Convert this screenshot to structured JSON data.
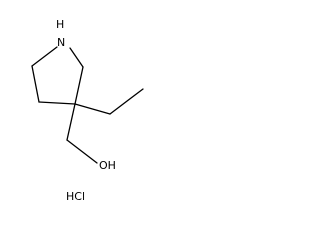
{
  "molecule": {
    "atoms": {
      "nitrogen_label": "N",
      "nitrogen_hydrogen_label": "H",
      "hydroxyl_label": "OH"
    },
    "salt_label": "HCl"
  },
  "colors": {
    "bond": "#000000",
    "text": "#000000",
    "background": "#ffffff"
  }
}
